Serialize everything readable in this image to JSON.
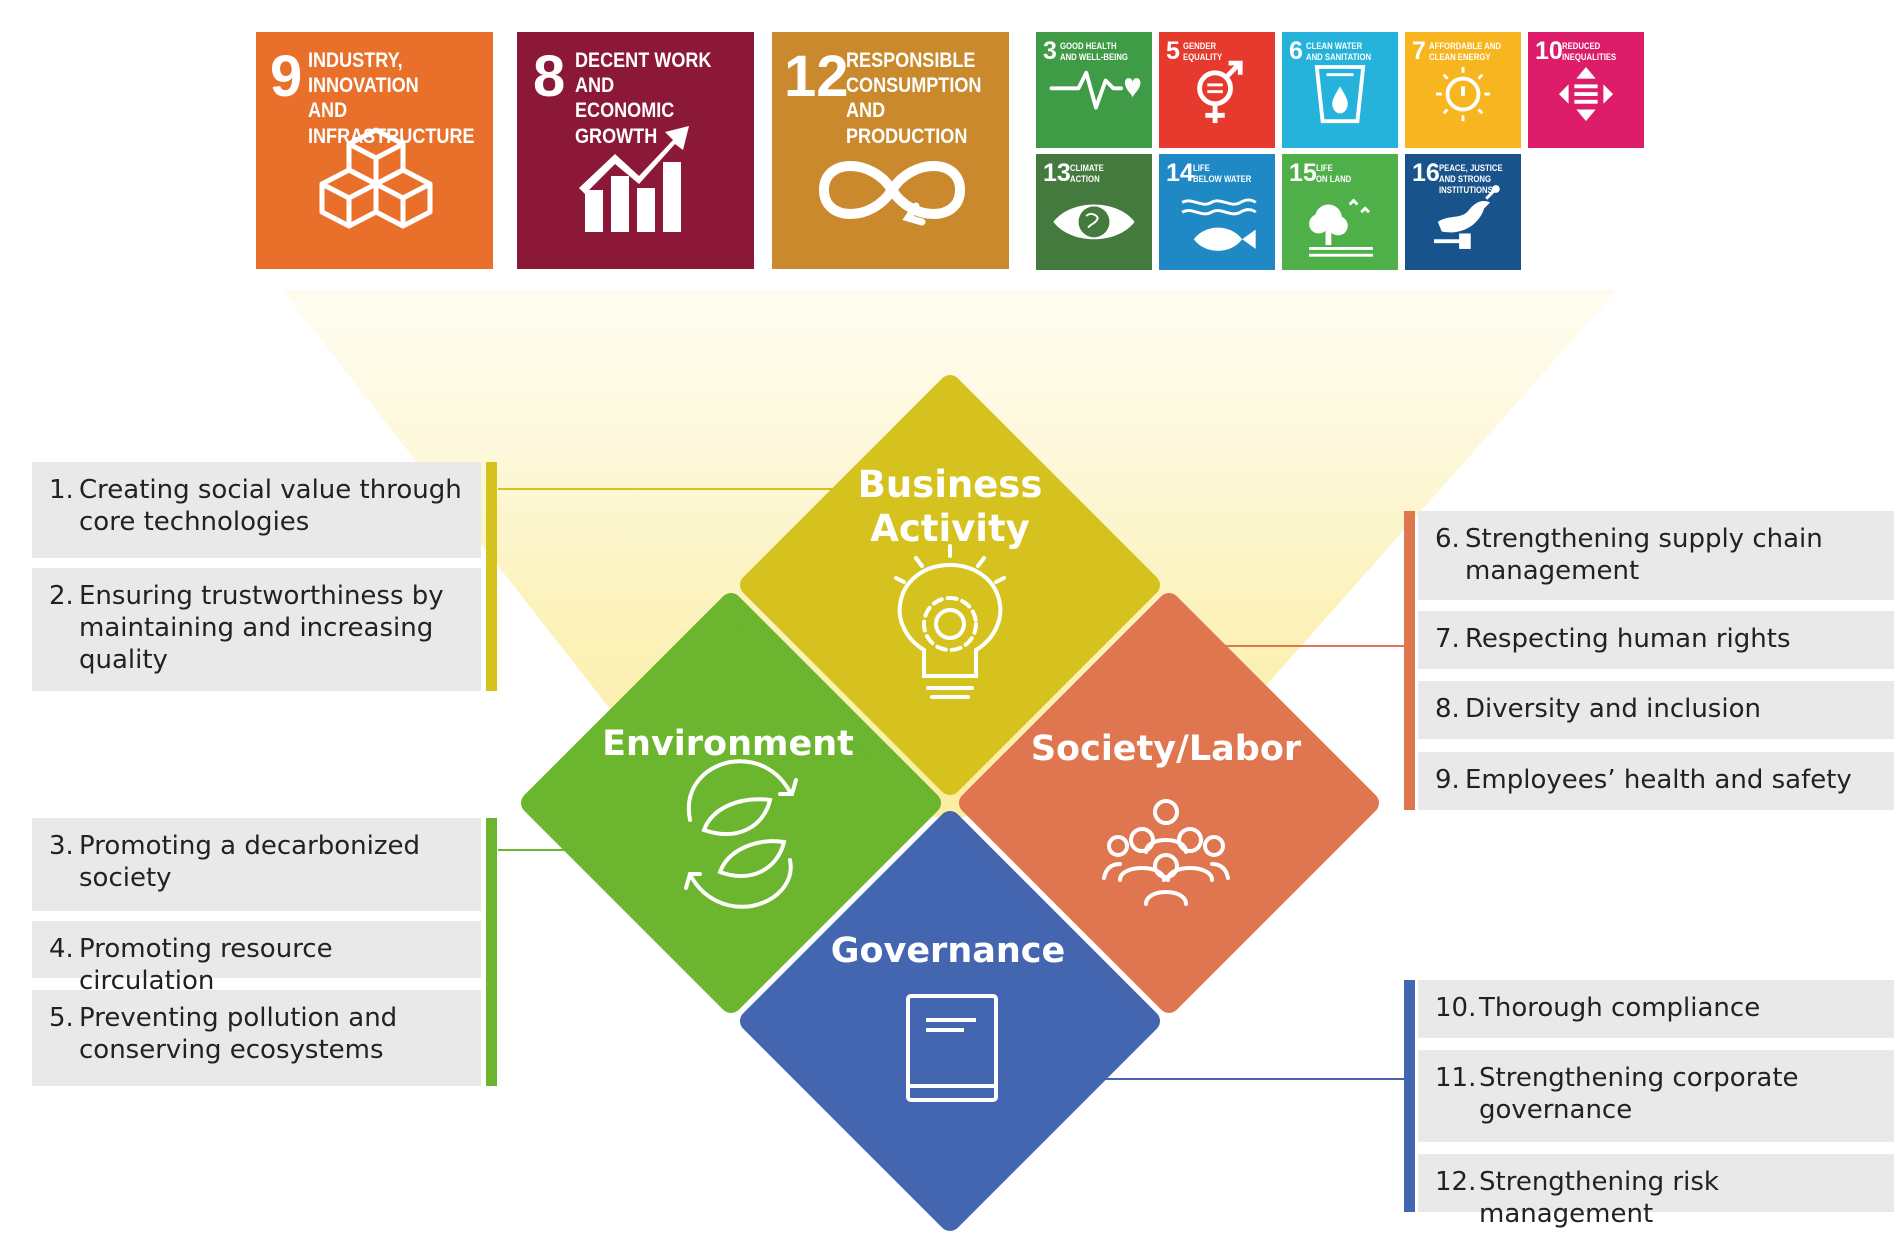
{
  "sdgs_large": [
    {
      "number": "9",
      "title": "Industry, innovation\nand infrastructure",
      "color": "#E8702B",
      "icon": "cubes-icon"
    },
    {
      "number": "8",
      "title": "Decent work and\neconomic growth",
      "color": "#8C1838",
      "icon": "growth-chart-icon"
    },
    {
      "number": "12",
      "title": "Responsible\nconsumption\nand production",
      "color": "#C9892C",
      "icon": "infinity-icon"
    }
  ],
  "sdgs_small": [
    {
      "number": "3",
      "title": "Good health\nand well-being",
      "color": "#3F9B46",
      "icon": "heartbeat-icon"
    },
    {
      "number": "5",
      "title": "Gender\nequality",
      "color": "#E73A2E",
      "icon": "gender-icon"
    },
    {
      "number": "6",
      "title": "Clean water\nand sanitation",
      "color": "#25B3DC",
      "icon": "water-drop-icon"
    },
    {
      "number": "7",
      "title": "Affordable and\nclean energy",
      "color": "#F7B520",
      "icon": "sun-power-icon"
    },
    {
      "number": "10",
      "title": "Reduced\ninequalities",
      "color": "#DD1D6A",
      "icon": "equality-arrows-icon"
    },
    {
      "number": "13",
      "title": "Climate\naction",
      "color": "#447A3E",
      "icon": "eye-globe-icon"
    },
    {
      "number": "14",
      "title": "Life\nbelow water",
      "color": "#1E89C5",
      "icon": "fish-icon"
    },
    {
      "number": "15",
      "title": "Life\non land",
      "color": "#4FAF49",
      "icon": "tree-icon"
    },
    {
      "number": "16",
      "title": "Peace, justice\nand strong\ninstitutions",
      "color": "#19538B",
      "icon": "dove-icon"
    }
  ],
  "categories": {
    "business": {
      "line1": "Business",
      "line2": "Activity",
      "color": "#D6C21E",
      "icon": "lightbulb-gear-icon"
    },
    "environment": {
      "label": "Environment",
      "color": "#6CB52E",
      "icon": "recycle-leaf-icon"
    },
    "society": {
      "label": "Society/Labor",
      "color": "#E07650",
      "icon": "people-group-icon"
    },
    "governance": {
      "label": "Governance",
      "color": "#4466B0",
      "icon": "book-icon"
    }
  },
  "items_left_business": [
    {
      "num": "1.",
      "text": "Creating social value through\ncore technologies"
    },
    {
      "num": "2.",
      "text": "Ensuring trustworthiness by\nmaintaining and increasing\nquality"
    }
  ],
  "items_left_environment": [
    {
      "num": "3.",
      "text": "Promoting a decarbonized\nsociety"
    },
    {
      "num": "4.",
      "text": "Promoting resource circulation"
    },
    {
      "num": "5.",
      "text": "Preventing pollution and\nconserving ecosystems"
    }
  ],
  "items_right_society": [
    {
      "num": "6.",
      "text": "Strengthening supply chain\nmanagement"
    },
    {
      "num": "7.",
      "text": "Respecting human rights"
    },
    {
      "num": "8.",
      "text": "Diversity and inclusion"
    },
    {
      "num": "9.",
      "text": "Employees’ health and safety"
    }
  ],
  "items_right_governance": [
    {
      "num": "10.",
      "text": "Thorough compliance"
    },
    {
      "num": "11.",
      "text": "Strengthening corporate\ngovernance"
    },
    {
      "num": "12.",
      "text": "Strengthening risk management"
    }
  ]
}
